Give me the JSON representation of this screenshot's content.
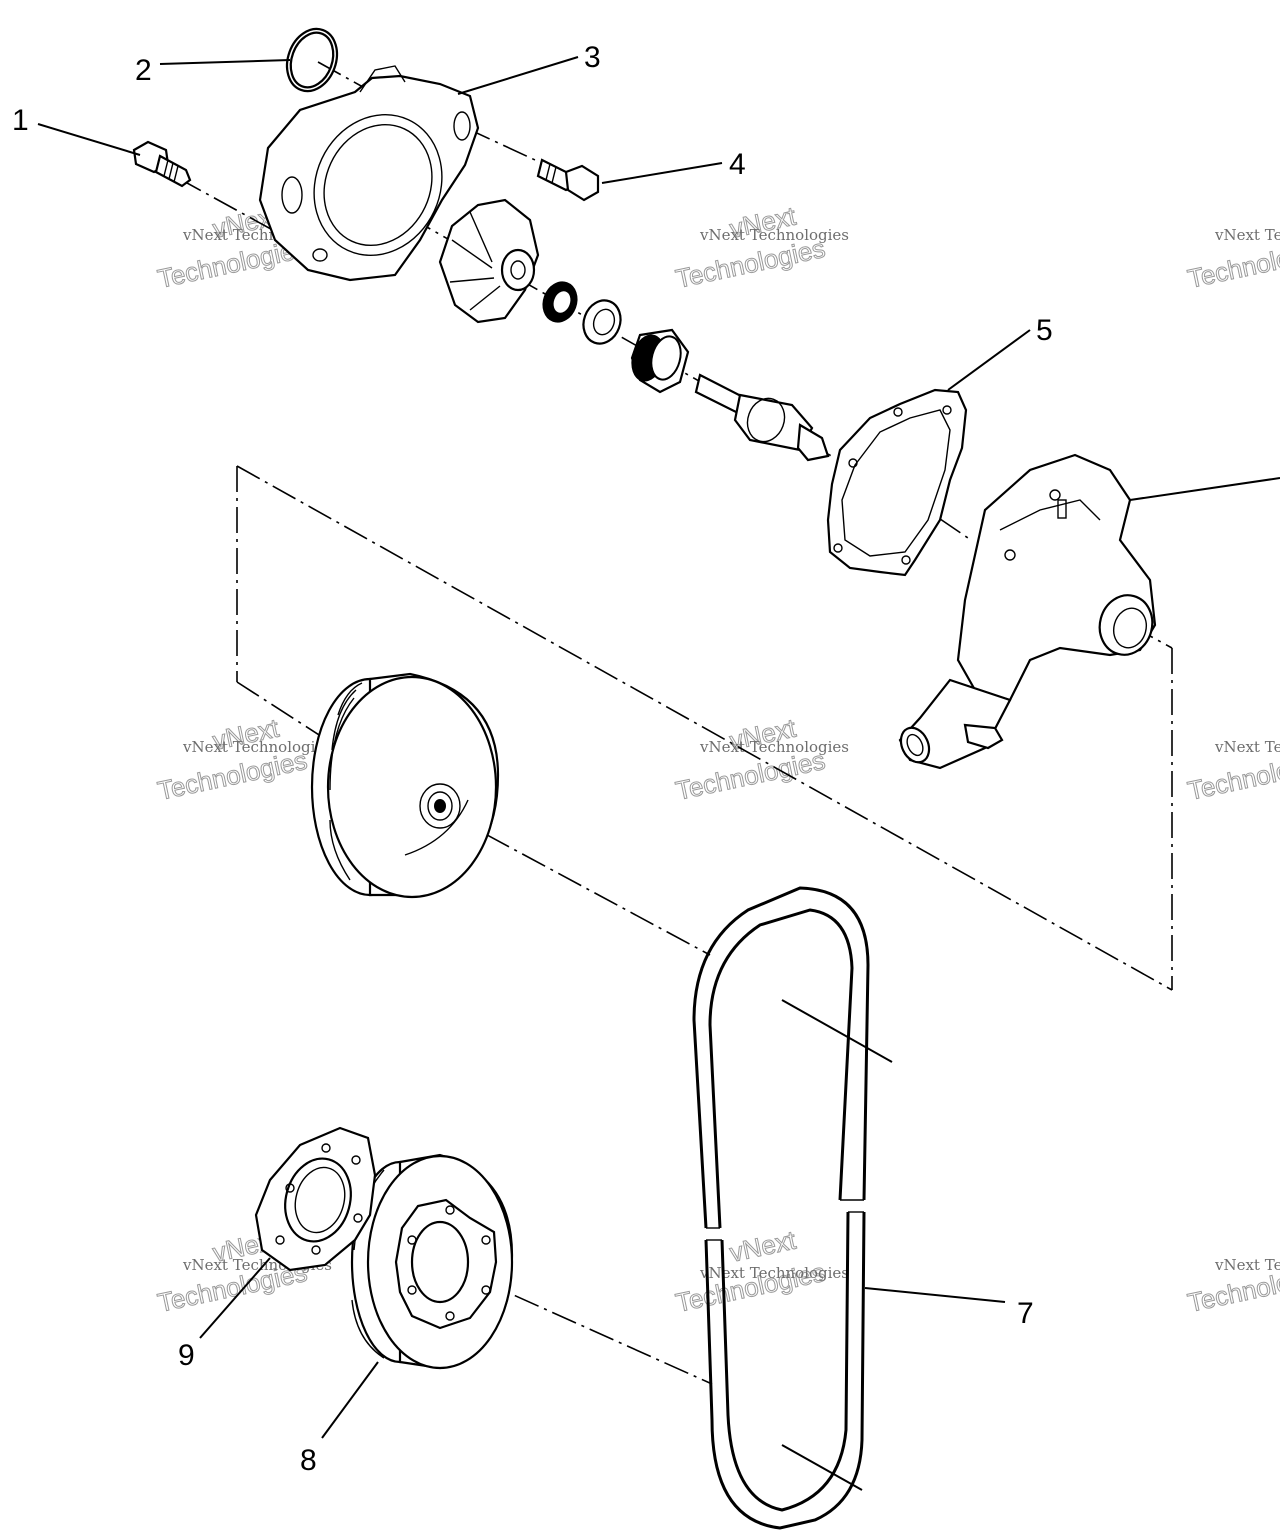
{
  "diagram": {
    "callouts": [
      {
        "id": "1",
        "text": "1"
      },
      {
        "id": "2",
        "text": "2"
      },
      {
        "id": "3",
        "text": "3"
      },
      {
        "id": "4",
        "text": "4"
      },
      {
        "id": "5",
        "text": "5"
      },
      {
        "id": "7",
        "text": "7"
      },
      {
        "id": "8",
        "text": "8"
      },
      {
        "id": "9",
        "text": "9"
      }
    ],
    "watermark": {
      "line1": "vNext Technologies",
      "line2": "Technologies",
      "line3": "vNext"
    },
    "colors": {
      "ink": "#000000",
      "paper": "#ffffff",
      "watermark": "#8a8a8a"
    }
  }
}
